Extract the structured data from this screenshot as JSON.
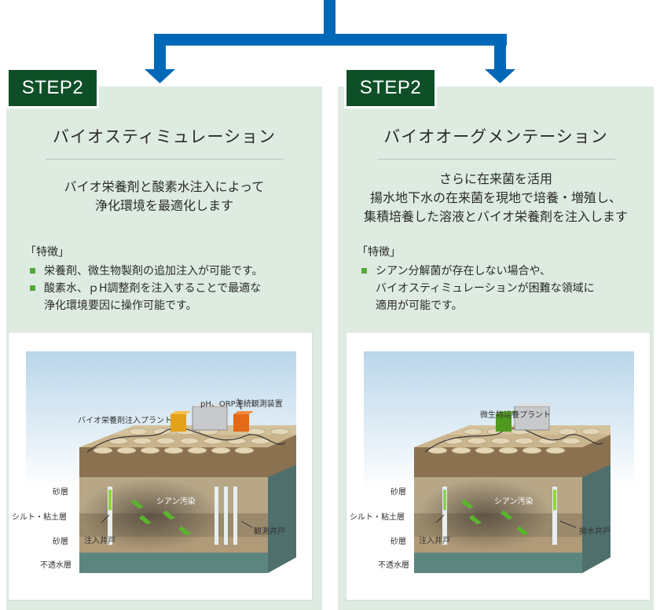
{
  "panels": [
    {
      "step": "STEP2",
      "title": "バイオスティミュレーション",
      "description": [
        "バイオ栄養剤と酸素水注入によって",
        "浄化環境を最適化します"
      ],
      "features_heading": "「特徴」",
      "features": [
        [
          "栄養剤、微生物製剤の追加注入が可能です。"
        ],
        [
          "酸素水、ｐH調整剤を注入することで最適な",
          "浄化環境要因に操作可能です。"
        ]
      ],
      "figure": {
        "plant_label": "バイオ栄養剤注入プラント",
        "monitor_label": "pH、ORP連続観測装置",
        "layers": [
          "砂層",
          "シルト・粘土層",
          "砂層",
          "不透水層"
        ],
        "contamination": "シアン汚染",
        "well_left": "注入井戸",
        "well_right": "観測井戸"
      }
    },
    {
      "step": "STEP2",
      "title": "バイオオーグメンテーション",
      "description": [
        "さらに在来菌を活用",
        "揚水地下水の在来菌を現地で培養・増殖し、",
        "集積培養した溶液とバイオ栄養剤を注入します"
      ],
      "features_heading": "「特徴」",
      "features": [
        [
          "シアン分解菌が存在しない場合や、",
          "バイオスティミュレーションが困難な領域に",
          "適用が可能です。"
        ]
      ],
      "figure": {
        "plant_label": "微生物培養プラント",
        "layers": [
          "砂層",
          "シルト・粘土層",
          "砂層",
          "不透水層"
        ],
        "contamination": "シアン汚染",
        "well_left": "注入井戸",
        "well_right": "揚水井戸"
      }
    }
  ],
  "colors": {
    "connector": "#0068b7",
    "badge": "#0e4f28",
    "panel_bg": "#deebe1",
    "bullet": "#55a83a"
  }
}
